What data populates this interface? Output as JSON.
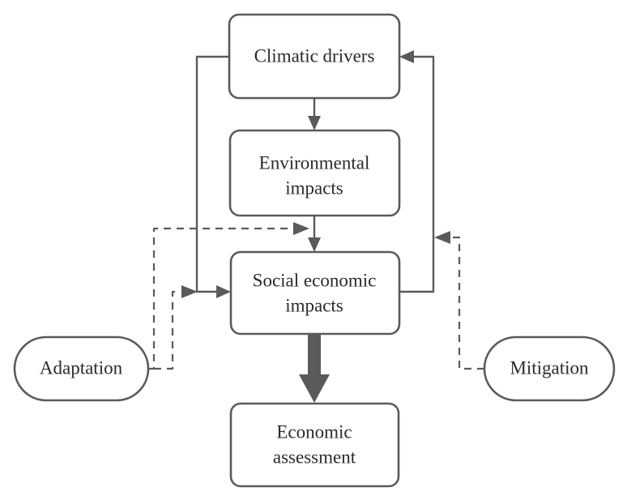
{
  "diagram": {
    "title": "Climate impact assessment framework flowchart",
    "background_color": "#ffffff",
    "stroke_color": "#5a5a5a",
    "text_color": "#2b2b2b",
    "nodes": [
      {
        "id": "climatic-drivers",
        "shape": "rounded-rectangle",
        "label": "Climatic drivers",
        "lines": [
          "Climatic drivers"
        ]
      },
      {
        "id": "environmental-impacts",
        "shape": "rounded-rectangle",
        "label": "Environmental impacts",
        "lines": [
          "Environmental",
          "impacts"
        ]
      },
      {
        "id": "social-economic-impacts",
        "shape": "rounded-rectangle",
        "label": "Social economic impacts",
        "lines": [
          "Social economic",
          "impacts"
        ]
      },
      {
        "id": "economic-assessment",
        "shape": "rounded-rectangle",
        "label": "Economic assessment",
        "lines": [
          "Economic",
          "assessment"
        ]
      },
      {
        "id": "adaptation",
        "shape": "stadium",
        "label": "Adaptation",
        "lines": [
          "Adaptation"
        ]
      },
      {
        "id": "mitigation",
        "shape": "stadium",
        "label": "Mitigation",
        "lines": [
          "Mitigation"
        ]
      }
    ],
    "edges": [
      {
        "id": "climatic-to-environmental",
        "from": "climatic-drivers",
        "to": "environmental-impacts",
        "style": "solid",
        "arrow": "single"
      },
      {
        "id": "environmental-to-social",
        "from": "environmental-impacts",
        "to": "social-economic-impacts",
        "style": "solid",
        "arrow": "single"
      },
      {
        "id": "climatic-to-social-left",
        "from": "climatic-drivers",
        "to": "social-economic-impacts",
        "style": "solid",
        "arrow": "single",
        "routing": "left-bypass"
      },
      {
        "id": "social-to-climatic-right",
        "from": "social-economic-impacts",
        "to": "climatic-drivers",
        "style": "solid",
        "arrow": "single",
        "routing": "right-feedback"
      },
      {
        "id": "social-to-economic-assessment",
        "from": "social-economic-impacts",
        "to": "economic-assessment",
        "style": "solid-thick",
        "arrow": "single"
      },
      {
        "id": "adaptation-to-environmental-social-link",
        "from": "adaptation",
        "to": "environmental-to-social",
        "style": "dashed",
        "arrow": "single"
      },
      {
        "id": "adaptation-to-social",
        "from": "adaptation",
        "to": "social-economic-impacts",
        "style": "dashed",
        "arrow": "single"
      },
      {
        "id": "mitigation-to-feedback-line",
        "from": "mitigation",
        "to": "social-to-climatic-right",
        "style": "dashed",
        "arrow": "single"
      }
    ]
  }
}
